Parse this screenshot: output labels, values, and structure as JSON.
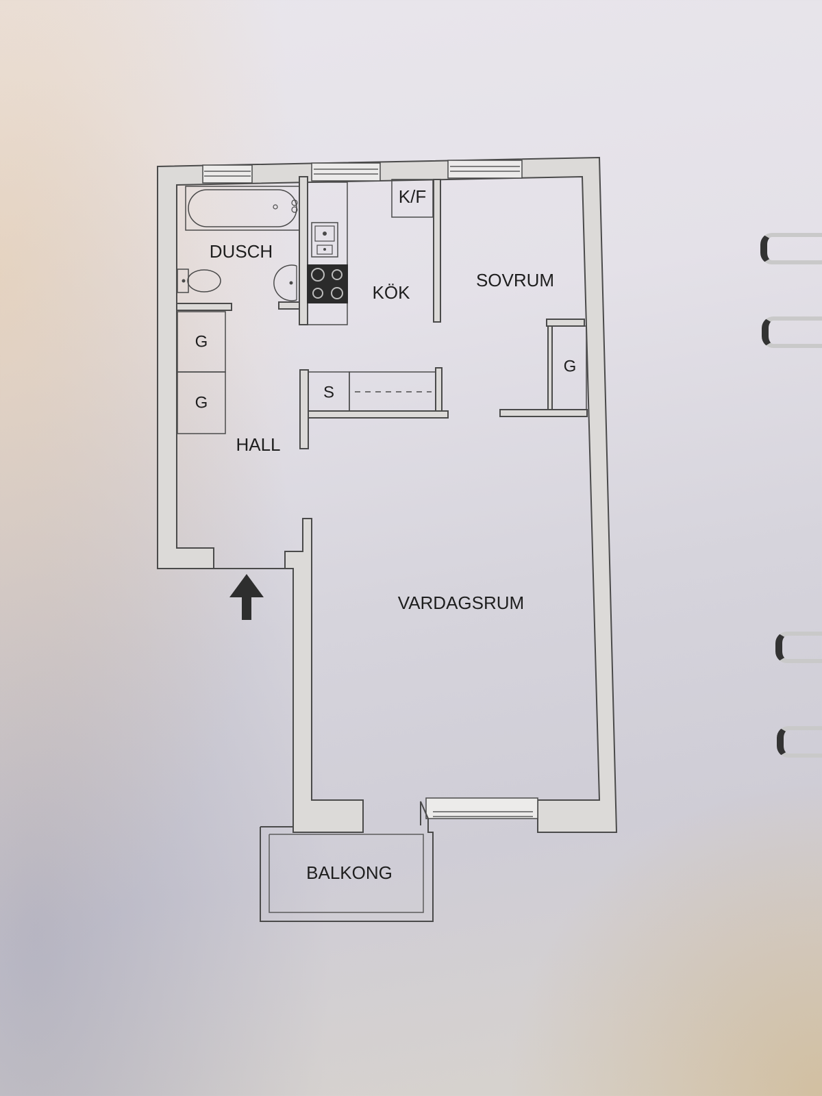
{
  "plan": {
    "rooms": {
      "dusch": "DUSCH",
      "kok": "KÖK",
      "kf": "K/F",
      "sovrum": "SOVRUM",
      "hall": "HALL",
      "vardagsrum": "VARDAGSRUM",
      "balkong": "BALKONG"
    },
    "closets": {
      "g1": "G",
      "g2": "G",
      "g3": "G",
      "s": "S"
    }
  }
}
